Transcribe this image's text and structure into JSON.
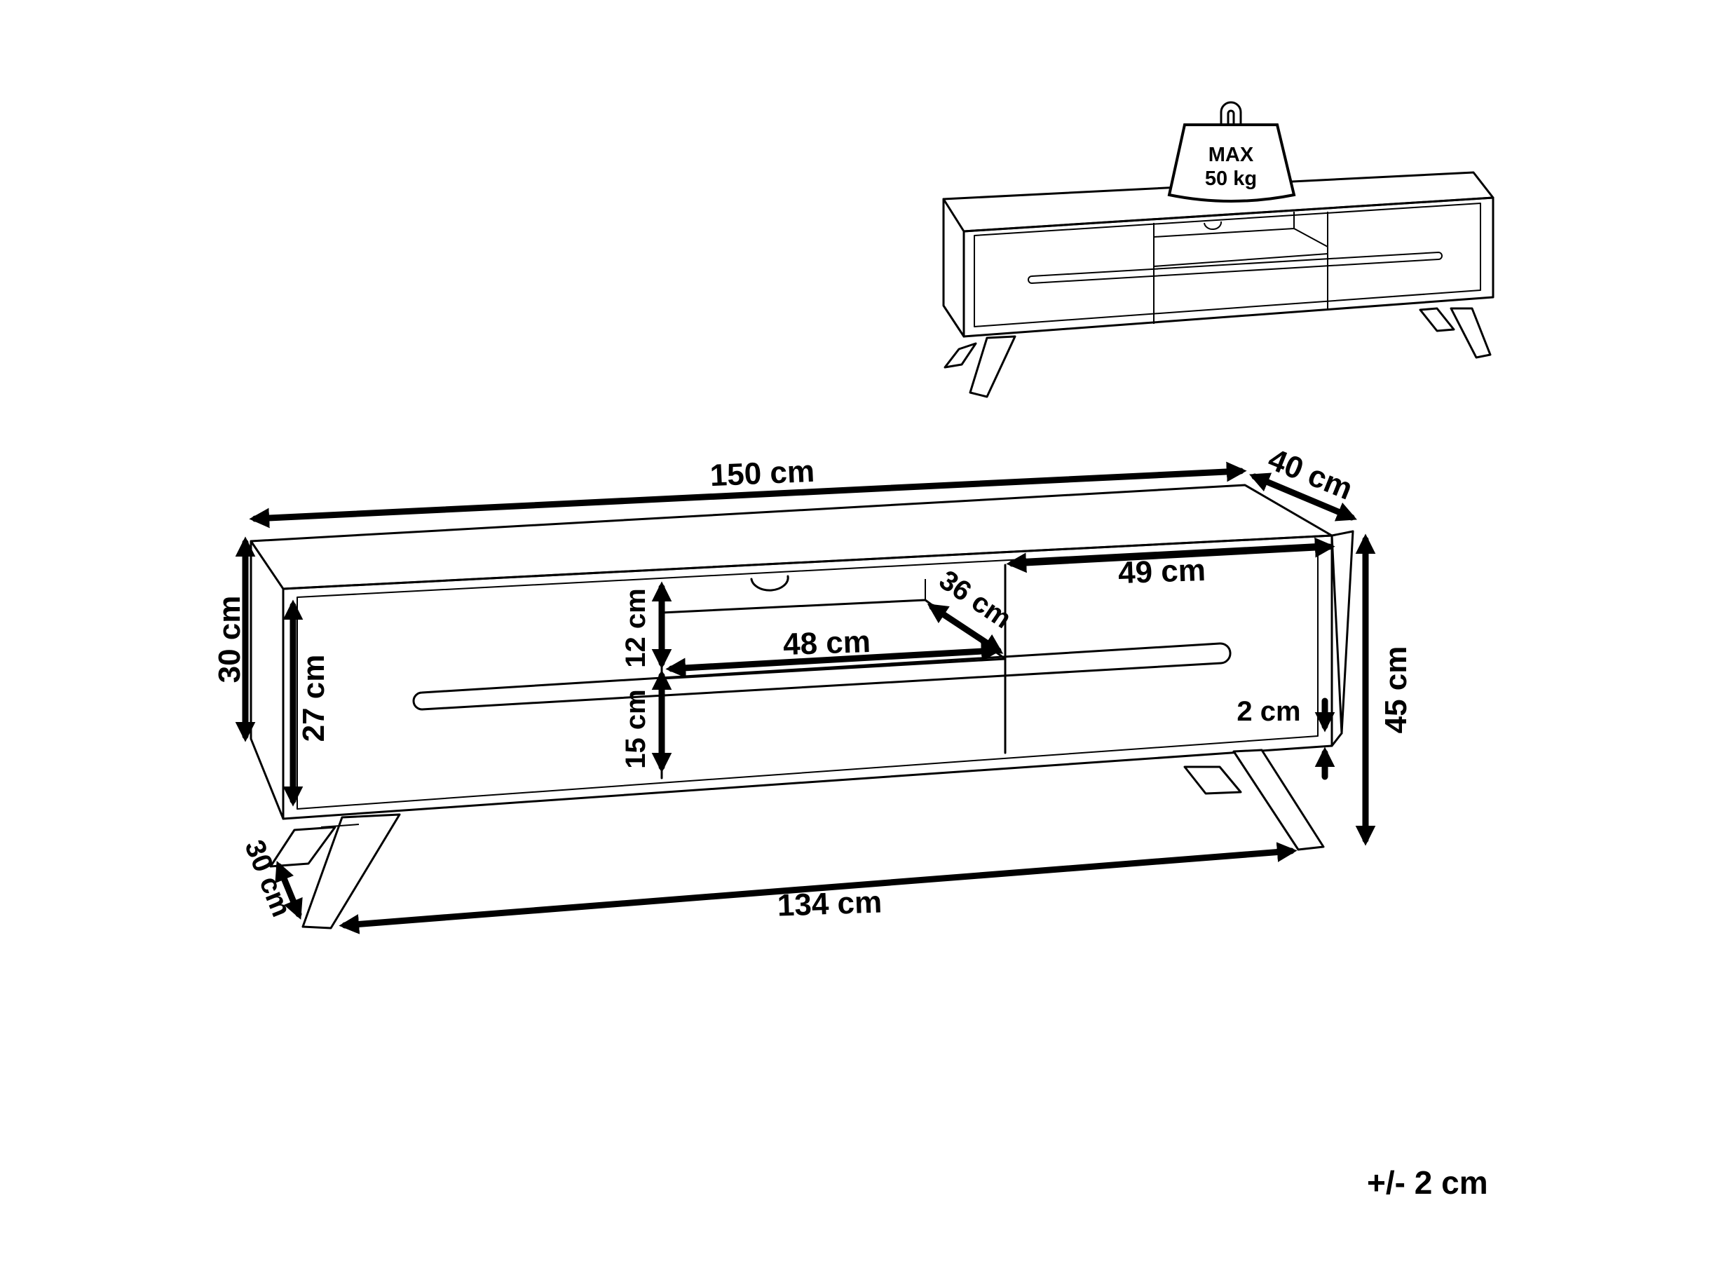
{
  "load_label": {
    "line1": "MAX",
    "line2": "50 kg"
  },
  "dimensions": {
    "total_width": "150 cm",
    "depth": "40 cm",
    "body_height": "30 cm",
    "door_height": "27 cm",
    "total_height": "45 cm",
    "door_width": "49 cm",
    "shelf_depth": "36 cm",
    "shelf_width": "48 cm",
    "upper_shelf_height": "12 cm",
    "lower_shelf_height": "15 cm",
    "base_thickness": "2 cm",
    "leg_span": "134 cm",
    "leg_depth": "30 cm"
  },
  "tolerance": "+/- 2 cm"
}
